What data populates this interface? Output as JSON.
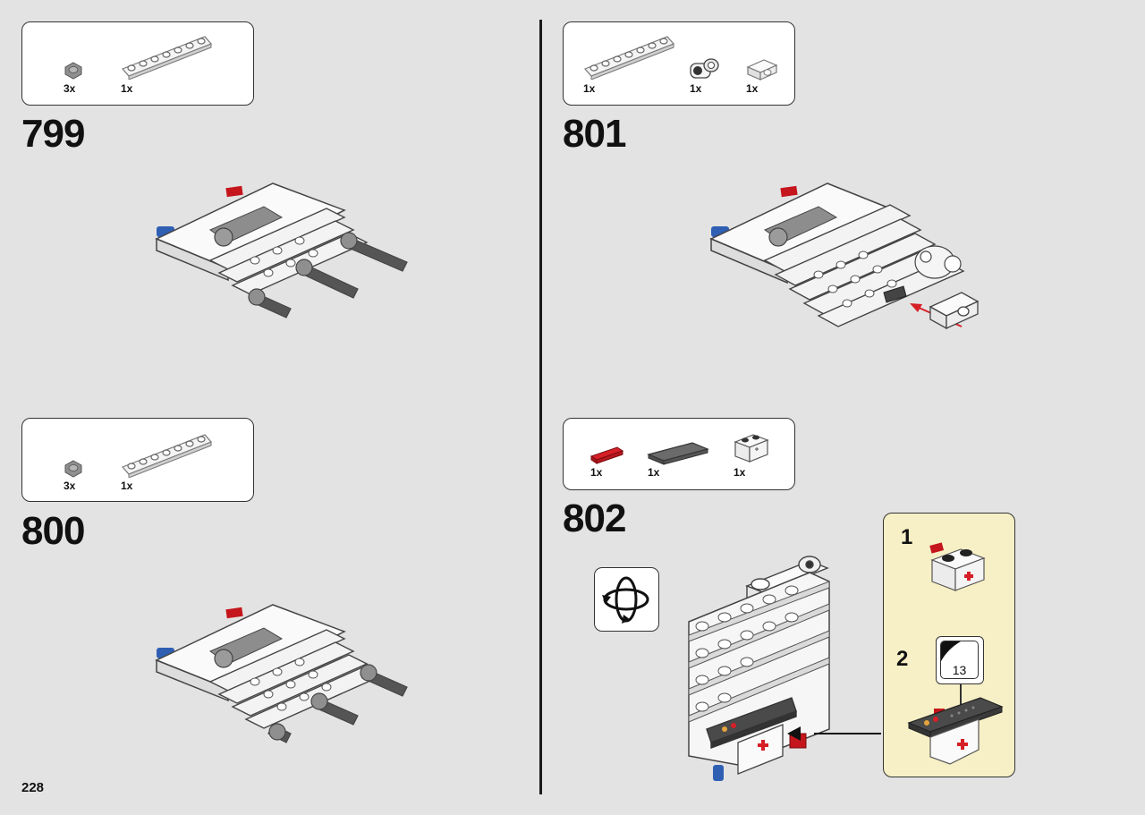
{
  "page": {
    "number": "228"
  },
  "steps": [
    {
      "number": "799",
      "parts": [
        {
          "name": "gray-axle-connector",
          "qty": "3x"
        },
        {
          "name": "white-beam-7",
          "qty": "1x"
        }
      ]
    },
    {
      "number": "800",
      "parts": [
        {
          "name": "gray-axle-connector",
          "qty": "3x"
        },
        {
          "name": "white-beam-7",
          "qty": "1x"
        }
      ]
    },
    {
      "number": "801",
      "parts": [
        {
          "name": "white-beam-7",
          "qty": "1x"
        },
        {
          "name": "pin-connector-perpendicular",
          "qty": "1x"
        },
        {
          "name": "white-connector-block",
          "qty": "1x"
        }
      ]
    },
    {
      "number": "802",
      "parts": [
        {
          "name": "red-plate-1x4",
          "qty": "1x"
        },
        {
          "name": "dark-gray-tile-2x6",
          "qty": "1x"
        },
        {
          "name": "white-brick-with-holes",
          "qty": "1x"
        }
      ]
    }
  ],
  "callout": {
    "substeps": [
      {
        "number": "1"
      },
      {
        "number": "2"
      }
    ],
    "sticker": {
      "label": "13"
    }
  },
  "colors": {
    "background": "#e3e3e3",
    "callout_background": "#f7f0c6",
    "highlight_red": "#d61f26",
    "blue_pin": "#2f5fb3"
  }
}
